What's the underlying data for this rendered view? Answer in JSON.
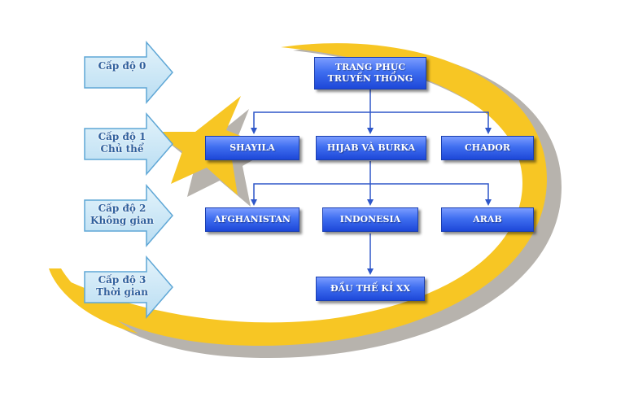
{
  "levels": [
    {
      "line1": "Cấp độ 0",
      "line2": ""
    },
    {
      "line1": "Cấp độ 1",
      "line2": "Chủ thể"
    },
    {
      "line1": "Cấp độ 2",
      "line2": "Không gian"
    },
    {
      "line1": "Cấp độ 3",
      "line2": "Thời gian"
    }
  ],
  "nodes": {
    "root": {
      "line1": "TRANG PHỤC",
      "line2": "TRUYỀN THỐNG"
    },
    "shayila": "SHAYILA",
    "hijab": "HIJAB VÀ BURKA",
    "chador": "CHADOR",
    "afghanistan": "AFGHANISTAN",
    "indonesia": "INDONESIA",
    "arab": "ARAB",
    "century": "ĐẦU THẾ KỈ XX"
  },
  "colors": {
    "swoosh": "#f7c624",
    "swoosh_shadow": "#b7b3ad",
    "arrow_fill": "#cfe8f7",
    "arrow_stroke": "#5fa7d6",
    "node_fill": "#3f6ef0",
    "connector": "#2f57c9",
    "level_text": "#2f5f9c"
  }
}
